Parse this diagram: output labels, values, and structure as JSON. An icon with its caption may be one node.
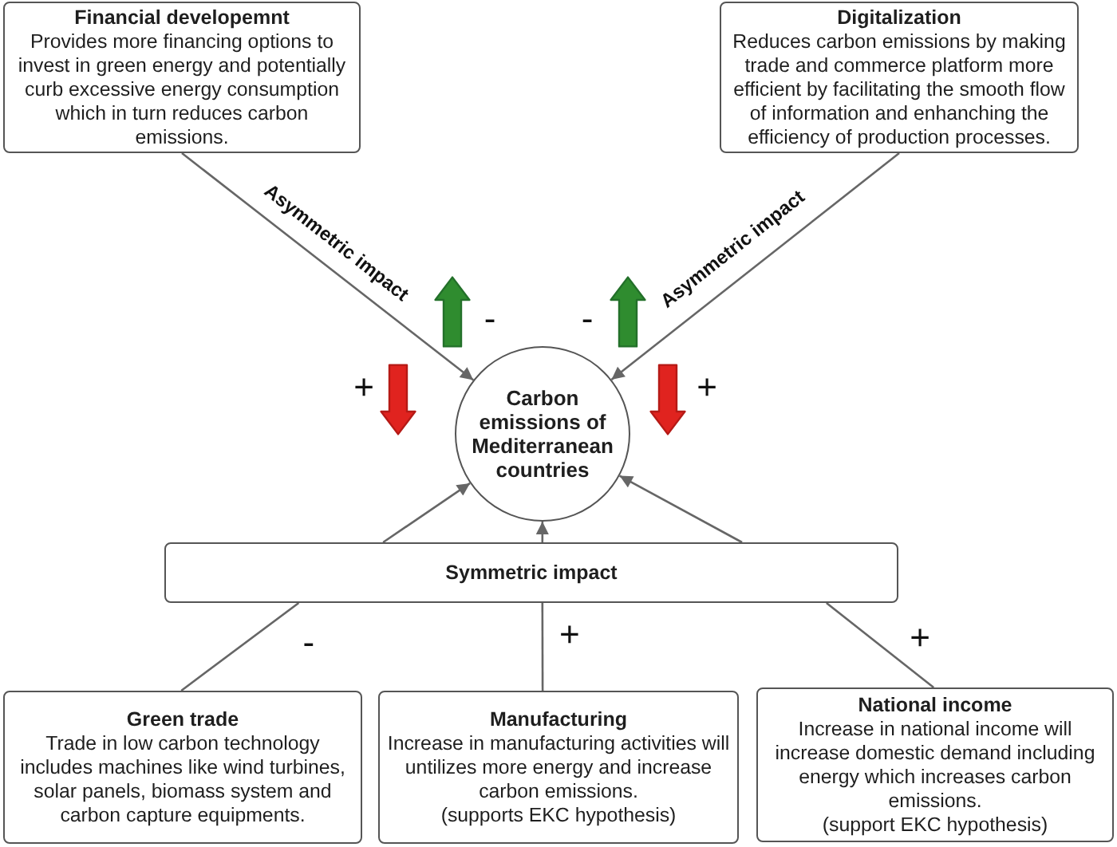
{
  "diagram": {
    "nodes": [
      {
        "text": [
          "Financial developemnt",
          "Provides more financing options to invest in green energy and potentially curb excessive energy consumption which in turn reduces carbon emissions."
        ]
      },
      {
        "text": [
          "Digitalization",
          "Reduces carbon emissions by making trade and commerce platform more efficient by facilitating the smooth flow of information and enhanching the efficiency of production processes."
        ]
      },
      {
        "text": [
          "Carbon emissions of Mediterranean countries"
        ]
      },
      {
        "text": [
          "Symmetric impact"
        ]
      },
      {
        "text": [
          "Green trade",
          "Trade in low carbon technology includes machines like wind turbines, solar panels, biomass system and carbon capture equipments."
        ]
      },
      {
        "text": [
          "Manufacturing",
          "Increase in manufacturing activities will untilizes more energy and increase carbon emissions.",
          "(supports EKC hypothesis)"
        ]
      },
      {
        "text": [
          "National income",
          "Increase in national income will increase domestic demand including energy which increases carbon emissions.",
          "(support EKC hypothesis)"
        ]
      }
    ],
    "edges": [
      {
        "from": 0,
        "to": 2,
        "arrow": "to",
        "label": "Asymmetric impact"
      },
      {
        "from": 1,
        "to": 2,
        "arrow": "to",
        "label": "Asymmetric impact"
      },
      {
        "from": 3,
        "to": 2,
        "arrow": "to"
      },
      {
        "from": 3,
        "to": 2,
        "arrow": "to"
      },
      {
        "from": 3,
        "to": 2,
        "arrow": "to"
      },
      {
        "from": 4,
        "to": 3,
        "arrow": "none",
        "label": "-"
      },
      {
        "from": 5,
        "to": 3,
        "arrow": "none",
        "label": "+"
      },
      {
        "from": 6,
        "to": 3,
        "arrow": "none",
        "label": "+"
      }
    ],
    "labels": [
      "-",
      "-",
      "+",
      "+"
    ]
  }
}
